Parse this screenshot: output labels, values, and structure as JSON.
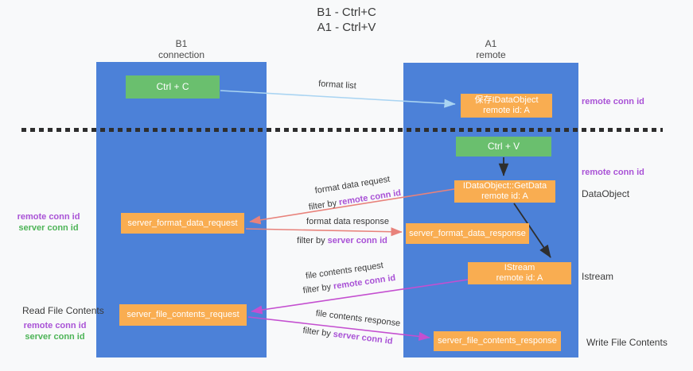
{
  "title": {
    "line1": "B1 - Ctrl+C",
    "line2": "A1 - Ctrl+V"
  },
  "lifelines": {
    "b1": {
      "name": "B1",
      "role": "connection"
    },
    "a1": {
      "name": "A1",
      "role": "remote"
    }
  },
  "nodes": {
    "ctrl_c": {
      "label": "Ctrl + C"
    },
    "save_idataobject": {
      "line1": "保存IDataObject",
      "line2": "remote id: A"
    },
    "ctrl_v": {
      "label": "Ctrl + V"
    },
    "idataobject_getdata": {
      "line1": "IDataObject::GetData",
      "line2": "remote id: A"
    },
    "server_format_data_request": {
      "label": "server_format_data_request"
    },
    "server_format_data_response": {
      "label": "server_format_data_response"
    },
    "istream": {
      "line1": "IStream",
      "line2": "remote id: A"
    },
    "server_file_contents_request": {
      "label": "server_file_contents_request"
    },
    "server_file_contents_response": {
      "label": "server_file_contents_response"
    }
  },
  "edges": {
    "format_list": {
      "label": "format list"
    },
    "format_data_request": {
      "label": "format data request",
      "filter_prefix": "filter by",
      "filter_id": "remote conn id"
    },
    "format_data_response": {
      "label": "format data response",
      "filter_prefix": "filter by",
      "filter_id": "server conn id"
    },
    "file_contents_request": {
      "label": "file contents request",
      "filter_prefix": "filter by",
      "filter_id": "remote conn id"
    },
    "file_contents_response": {
      "label": "file contents response",
      "filter_prefix": "filter by",
      "filter_id": "server conn id"
    }
  },
  "annotations": {
    "remote_conn_id_top_right": "remote conn id",
    "remote_conn_id_mid_right": "remote conn id",
    "dataobject": "DataObject",
    "istream": "Istream",
    "read_file_contents": "Read File Contents",
    "write_file_contents": "Write File Contents",
    "format_ids_left": {
      "remote": "remote conn id",
      "server": "server conn id"
    },
    "file_ids_left": {
      "remote": "remote conn id",
      "server": "server conn id"
    }
  },
  "colors": {
    "lifeline_blue": "#4c81d8",
    "action_green": "#6abf6e",
    "message_orange": "#f9ad51",
    "arrow_light_blue": "#a9d4f2",
    "arrow_salmon": "#e8827b",
    "arrow_magenta": "#c44fd0",
    "arrow_black": "#2e2e2e",
    "remote_id_purple": "#a952d6",
    "server_id_green": "#4db457",
    "background": "#f8f9fa"
  }
}
